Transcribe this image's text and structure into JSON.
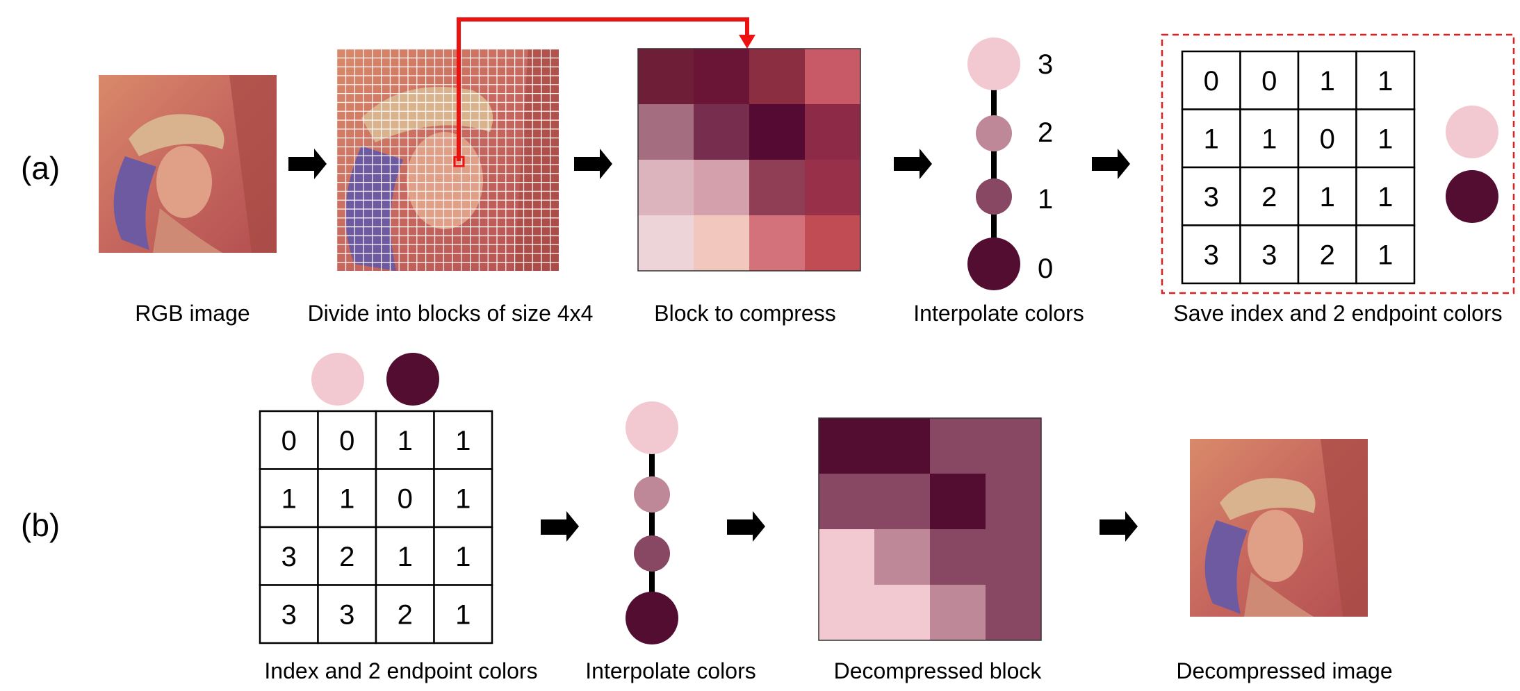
{
  "row_labels": {
    "a": "(a)",
    "b": "(b)"
  },
  "captions": {
    "rgb_image": "RGB image",
    "divide_blocks": "Divide into blocks of size 4x4",
    "block_to_compress": "Block to compress",
    "interpolate_a": "Interpolate colors",
    "save_index": "Save index and 2 endpoint colors",
    "index_endpoints": "Index and 2 endpoint colors",
    "interpolate_b": "Interpolate colors",
    "decompressed_block": "Decompressed block",
    "decompressed_image": "Decompressed image"
  },
  "index_grid": [
    [
      "0",
      "0",
      "1",
      "1"
    ],
    [
      "1",
      "1",
      "0",
      "1"
    ],
    [
      "3",
      "2",
      "1",
      "1"
    ],
    [
      "3",
      "3",
      "2",
      "1"
    ]
  ],
  "levels": [
    "3",
    "2",
    "1",
    "0"
  ],
  "colors": {
    "light_endpoint": "#f2c9d0",
    "dark_endpoint": "#520d31",
    "level_3": "#f2c9d0",
    "level_2": "#bf8899",
    "level_1": "#884763",
    "level_0": "#520d31",
    "highlight_arrow": "#ee1111",
    "save_box_border": "#e02020"
  },
  "block_colors": [
    [
      "#6e1e36",
      "#6a1436",
      "#8c2e42",
      "#c75a66"
    ],
    [
      "#a56e80",
      "#772d4e",
      "#540a32",
      "#8c2a48"
    ],
    [
      "#dcb4be",
      "#d4a0ac",
      "#8f3e56",
      "#98304a"
    ],
    [
      "#ecd4d8",
      "#f2c7bd",
      "#d4727c",
      "#c24c54"
    ]
  ]
}
